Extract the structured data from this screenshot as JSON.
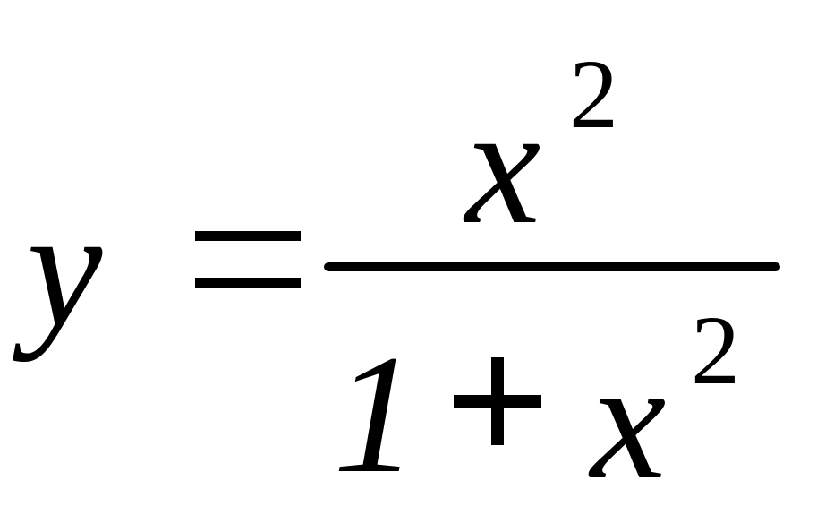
{
  "equation": {
    "lhs_variable": "y",
    "numerator": {
      "base": "x",
      "exponent": "2"
    },
    "denominator": {
      "constant": "1",
      "base": "x",
      "exponent": "2"
    }
  },
  "colors": {
    "text": "#000000",
    "background": "#ffffff"
  }
}
